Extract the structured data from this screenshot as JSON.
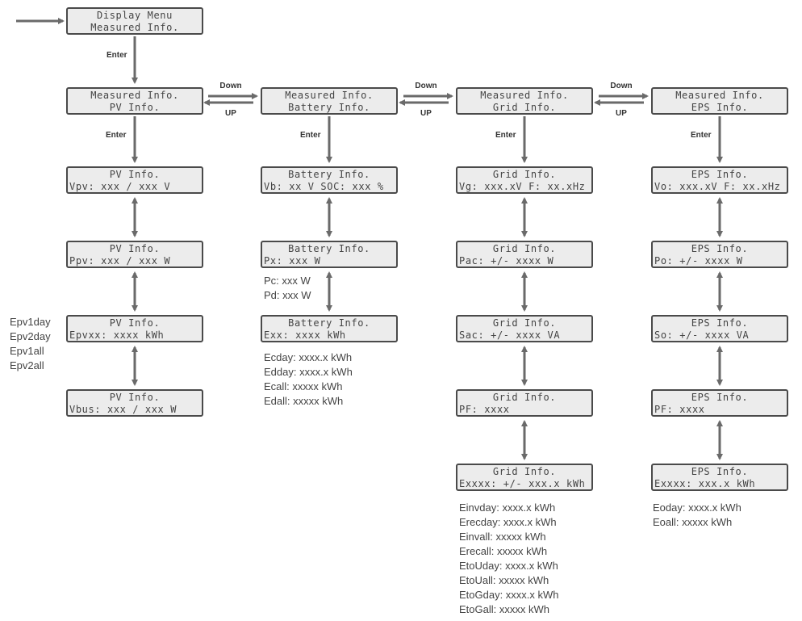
{
  "colors": {
    "box_fill": "#ececec",
    "box_border": "#4a4a4a",
    "arrow": "#6a6a6a",
    "text": "#444444"
  },
  "arrow_labels": {
    "enter": "Enter",
    "down": "Down",
    "up": "UP"
  },
  "top": {
    "l1": "Display Menu",
    "l2": "Measured Info."
  },
  "columns": [
    {
      "header": {
        "l1": "Measured Info.",
        "l2": "PV Info."
      },
      "items": [
        {
          "l1": "PV Info.",
          "l2": "Vpv: xxx / xxx V"
        },
        {
          "l1": "PV Info.",
          "l2": "Ppv: xxx / xxx W"
        },
        {
          "l1": "PV Info.",
          "l2": "Epvxx: xxxx kWh"
        },
        {
          "l1": "PV Info.",
          "l2": "Vbus: xxx / xxx W"
        }
      ]
    },
    {
      "header": {
        "l1": "Measured Info.",
        "l2": "Battery Info."
      },
      "items": [
        {
          "l1": "Battery Info.",
          "l2": "Vb: xx V  SOC: xxx %"
        },
        {
          "l1": "Battery Info.",
          "l2": "Px: xxx W"
        },
        {
          "l1": "Battery Info.",
          "l2": "Exx: xxxx kWh"
        }
      ]
    },
    {
      "header": {
        "l1": "Measured Info.",
        "l2": "Grid Info."
      },
      "items": [
        {
          "l1": "Grid Info.",
          "l2": "Vg: xxx.xV  F: xx.xHz"
        },
        {
          "l1": "Grid Info.",
          "l2": "Pac: +/- xxxx W"
        },
        {
          "l1": "Grid Info.",
          "l2": "Sac: +/- xxxx VA"
        },
        {
          "l1": "Grid Info.",
          "l2": "PF: xxxx"
        },
        {
          "l1": "Grid Info.",
          "l2": "Exxxx: +/- xxx.x kWh"
        }
      ]
    },
    {
      "header": {
        "l1": "Measured Info.",
        "l2": "EPS Info."
      },
      "items": [
        {
          "l1": "EPS Info.",
          "l2": "Vo: xxx.xV  F: xx.xHz"
        },
        {
          "l1": "EPS Info.",
          "l2": "Po: +/- xxxx W"
        },
        {
          "l1": "EPS Info.",
          "l2": "So: +/- xxxx VA"
        },
        {
          "l1": "EPS Info.",
          "l2": "PF: xxxx"
        },
        {
          "l1": "EPS Info.",
          "l2": "Exxxx: xxx.x kWh"
        }
      ]
    }
  ],
  "notes": {
    "pv_energy": [
      "Epv1day",
      "Epv2day",
      "Epv1all",
      "Epv2all"
    ],
    "battery_power": [
      "Pc: xxx W",
      "Pd: xxx W"
    ],
    "battery_energy": [
      "Ecday: xxxx.x kWh",
      "Edday: xxxx.x kWh",
      "Ecall: xxxxx kWh",
      "Edall: xxxxx kWh"
    ],
    "grid_energy": [
      "Einvday: xxxx.x kWh",
      "Erecday: xxxx.x kWh",
      "Einvall: xxxxx kWh",
      "Erecall: xxxxx kWh",
      "EtoUday: xxxx.x kWh",
      "EtoUall: xxxxx kWh",
      "EtoGday: xxxx.x kWh",
      "EtoGall: xxxxx kWh"
    ],
    "eps_energy": [
      "Eoday: xxxx.x kWh",
      "Eoall: xxxxx kWh"
    ]
  }
}
